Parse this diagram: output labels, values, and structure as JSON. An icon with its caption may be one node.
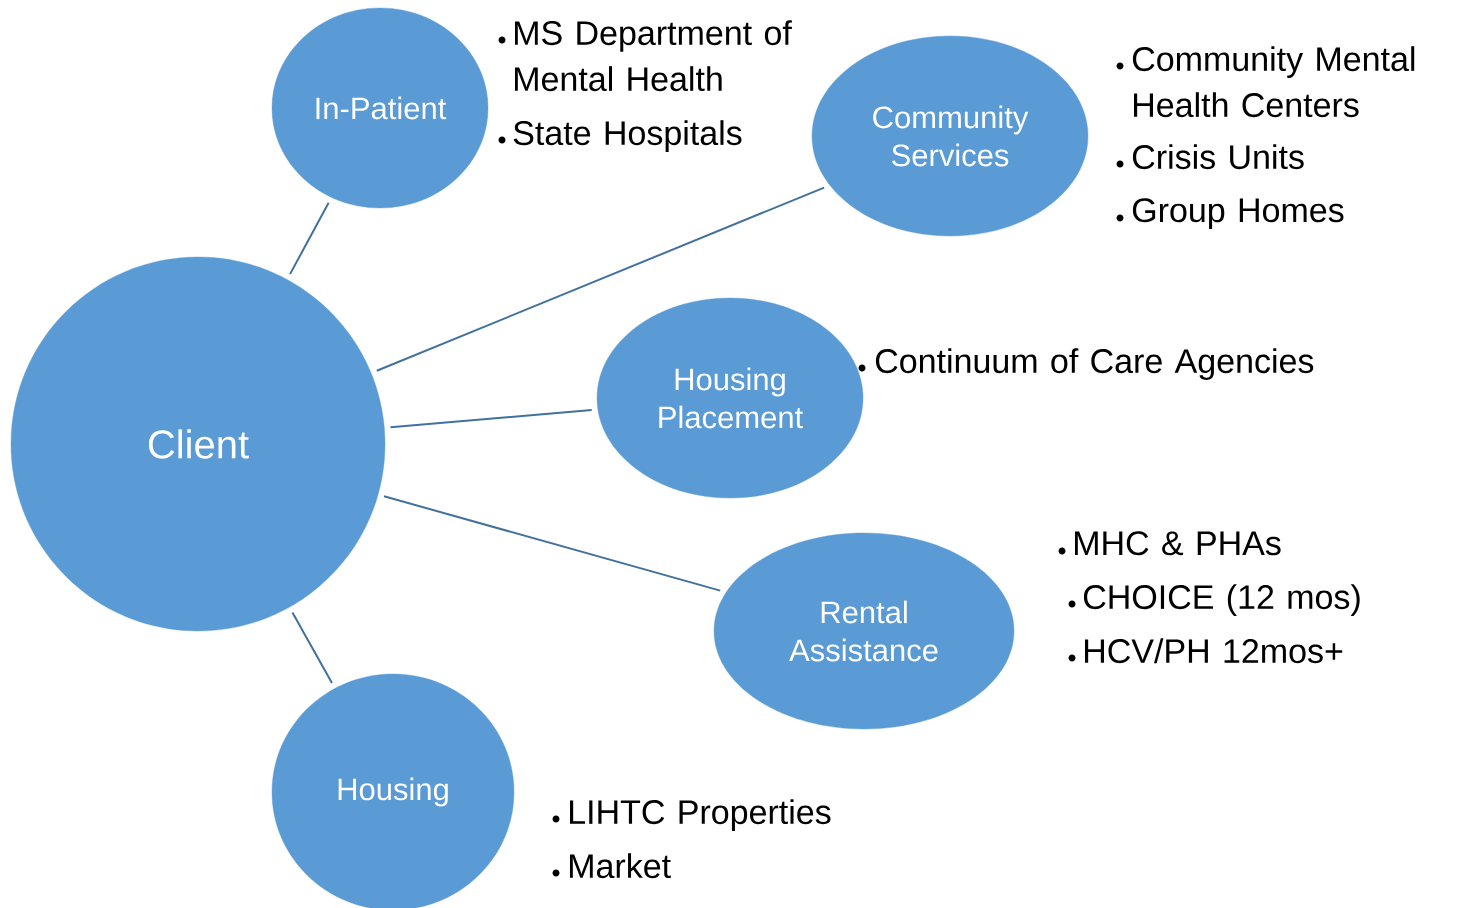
{
  "diagram": {
    "nodes": [
      {
        "text": [
          "Client"
        ]
      },
      {
        "text": [
          "In-Patient"
        ],
        "beside": [
          "MS Department of Mental Health",
          "State Hospitals"
        ]
      },
      {
        "text": [
          "Community Services"
        ],
        "beside": [
          "Community Mental Health Centers",
          "Crisis Units",
          "Group Homes"
        ]
      },
      {
        "text": [
          "Housing Placement"
        ],
        "beside": [
          "Continuum of Care Agencies"
        ]
      },
      {
        "text": [
          "Rental Assistance"
        ],
        "beside": [
          "MHC & PHAs",
          "CHOICE (12 mos)",
          "HCV/PH 12mos+"
        ]
      },
      {
        "text": [
          "Housing"
        ],
        "beside": [
          "LIHTC Properties",
          "Market"
        ]
      }
    ],
    "edges": [
      {
        "from": 0,
        "to": 1,
        "arrow": "none"
      },
      {
        "from": 0,
        "to": 2,
        "arrow": "none"
      },
      {
        "from": 0,
        "to": 3,
        "arrow": "none"
      },
      {
        "from": 0,
        "to": 4,
        "arrow": "none"
      },
      {
        "from": 0,
        "to": 5,
        "arrow": "none"
      }
    ]
  }
}
